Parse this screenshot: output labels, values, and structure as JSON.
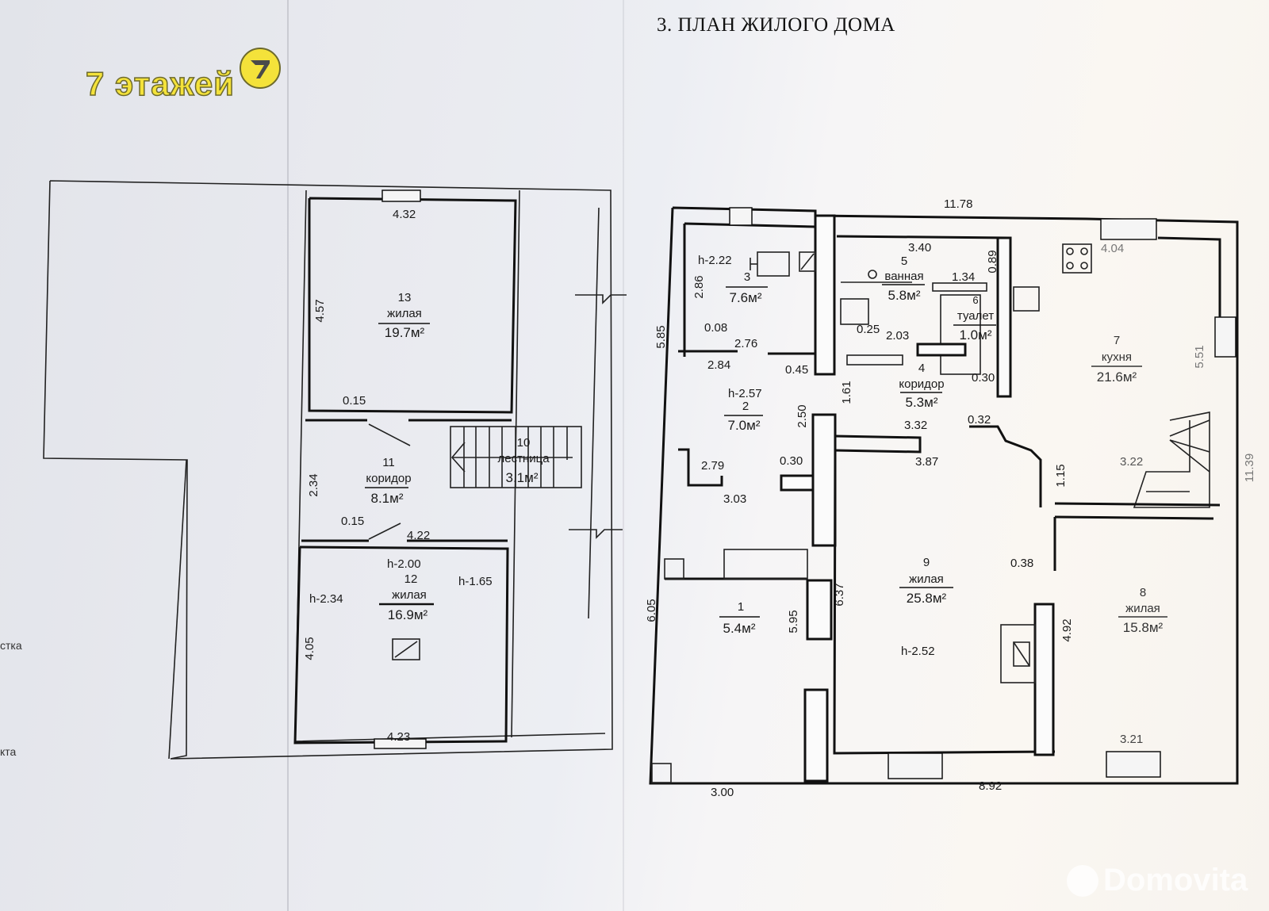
{
  "title": "3. ПЛАН ЖИЛОГО ДОМА",
  "brand": {
    "text": "7 этажей",
    "logo_glyph": "7",
    "color": "#f4e23a"
  },
  "side_notes": [
    "стка",
    "кта"
  ],
  "watermark": "Domovita",
  "upper_floor": {
    "rooms": [
      {
        "id": "13",
        "name": "жилая",
        "area": "19.7м²"
      },
      {
        "id": "11",
        "name": "коридор",
        "area": "8.1м²"
      },
      {
        "id": "10",
        "name": "лестница",
        "area": "3.1м²"
      },
      {
        "id": "12",
        "name": "жилая",
        "area": "16.9м²"
      }
    ],
    "dimensions": {
      "d432": "4.32",
      "d457": "4.57",
      "d015a": "0.15",
      "d234": "2.34",
      "d015b": "0.15",
      "d422": "4.22",
      "d405": "4.05",
      "d423": "4.23"
    },
    "heights": {
      "h200": "h-2.00",
      "h234": "h-2.34",
      "h165": "h-1.65"
    }
  },
  "ground_floor": {
    "rooms": [
      {
        "id": "1",
        "name": "",
        "area": "5.4м²"
      },
      {
        "id": "2",
        "name": "",
        "area": "7.0м²"
      },
      {
        "id": "3",
        "name": "",
        "area": "7.6м²"
      },
      {
        "id": "4",
        "name": "коридор",
        "area": "5.3м²"
      },
      {
        "id": "5",
        "name": "ванная",
        "area": "5.8м²"
      },
      {
        "id": "6",
        "name": "туалет",
        "area": "1.0м²"
      },
      {
        "id": "7",
        "name": "кухня",
        "area": "21.6м²"
      },
      {
        "id": "8",
        "name": "жилая",
        "area": "15.8м²"
      },
      {
        "id": "9",
        "name": "жилая",
        "area": "25.8м²"
      }
    ],
    "dimensions": {
      "d1178": "11.78",
      "d1139": "11.39",
      "d585": "5.85",
      "d605": "6.05",
      "d300b": "3.00",
      "d892": "8.92",
      "d286": "2.86",
      "d008": "0.08",
      "d276": "2.76",
      "d284": "2.84",
      "d045": "0.45",
      "d340": "3.40",
      "d089": "0.89",
      "d134": "1.34",
      "d025": "0.25",
      "d203": "2.03",
      "d030a": "0.30",
      "d404": "4.04",
      "d551": "5.51",
      "d161": "1.61",
      "d250": "2.50",
      "d332": "3.32",
      "d032": "0.32",
      "d387": "3.87",
      "d279": "2.79",
      "d030b": "0.30",
      "d303": "3.03",
      "d115": "1.15",
      "d322": "3.22",
      "d038": "0.38",
      "d637": "6.37",
      "d595": "5.95",
      "d492": "4.92",
      "d321": "3.21"
    },
    "heights": {
      "h222": "h-2.22",
      "h257": "h-2.57",
      "h252": "h-2.52"
    }
  }
}
